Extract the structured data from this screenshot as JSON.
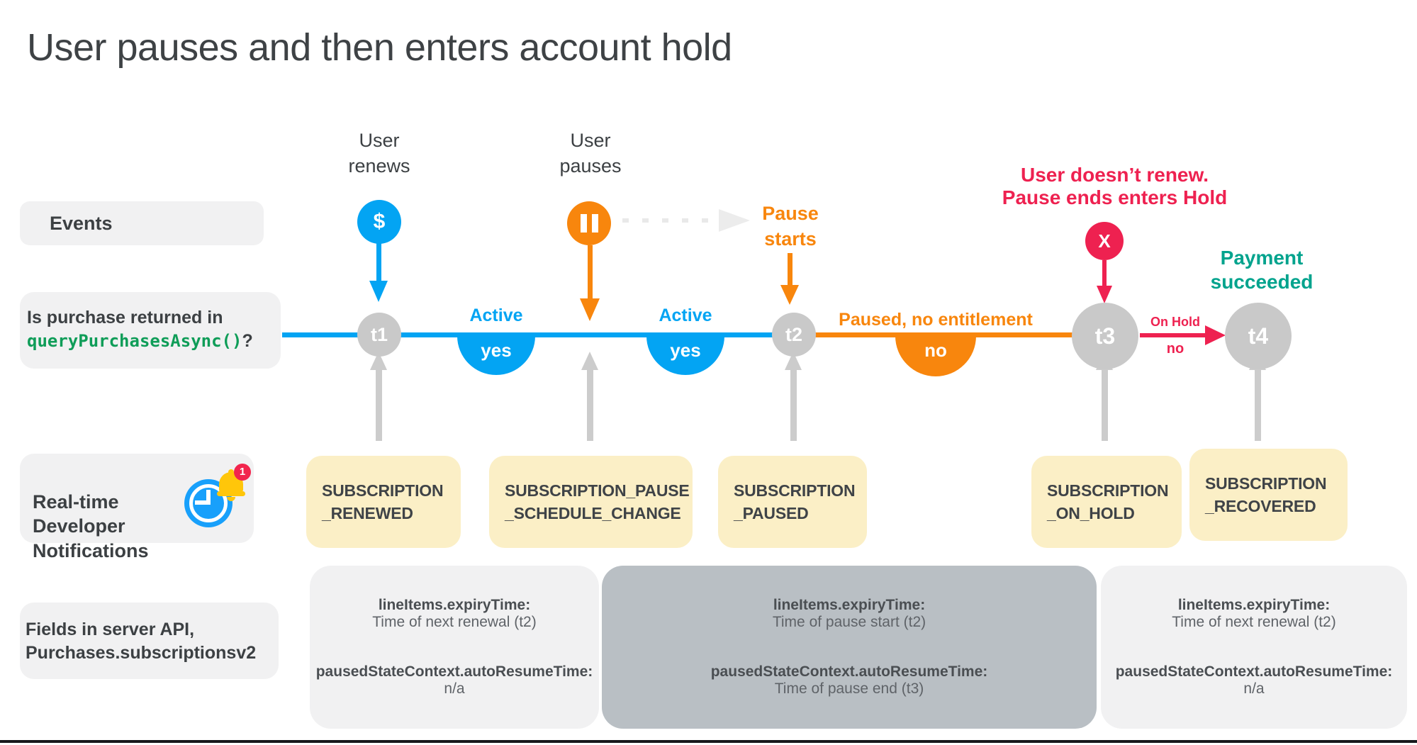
{
  "title": "User pauses and then enters account hold",
  "left_labels": {
    "events": "Events",
    "purchase_question": {
      "line1": "Is purchase returned in",
      "code": "queryPurchasesAsync()",
      "suffix": "?"
    },
    "rtdn": "Real-time\nDeveloper\nNotifications",
    "fields": "Fields in server API,\nPurchases.subscriptionsv2"
  },
  "events": {
    "user_renews": {
      "label": "User\nrenews",
      "icon": "$"
    },
    "user_pauses": {
      "label": "User\npauses"
    },
    "pause_starts": {
      "label": "Pause\nstarts"
    },
    "account_hold": {
      "label": "User doesn’t renew.\nPause ends enters Hold",
      "icon": "X"
    },
    "payment_succeeded": {
      "label": "Payment\nsucceeded"
    }
  },
  "timeline": {
    "nodes": [
      "t1",
      "t2",
      "t3",
      "t4"
    ],
    "badges": [
      {
        "status": "Active",
        "answer": "yes"
      },
      {
        "status": "Active",
        "answer": "yes"
      },
      {
        "status": "Paused, no entitlement",
        "answer": "no"
      },
      {
        "status": "On Hold",
        "answer": "no"
      }
    ]
  },
  "notifications": [
    "SUBSCRIPTION\n_RENEWED",
    "SUBSCRIPTION_PAUSE\n_SCHEDULE_CHANGE",
    "SUBSCRIPTION\n_PAUSED",
    "SUBSCRIPTION\n_ON_HOLD",
    "SUBSCRIPTION\n_RECOVERED"
  ],
  "api_boxes": [
    {
      "field1": "lineItems.expiryTime:",
      "value1": "Time of next renewal (t2)",
      "field2": "pausedStateContext.autoResumeTime:",
      "value2": "n/a"
    },
    {
      "field1": "lineItems.expiryTime:",
      "value1": "Time of pause start (t2)",
      "field2": "pausedStateContext.autoResumeTime:",
      "value2": "Time of pause end (t3)"
    },
    {
      "field1": "lineItems.expiryTime:",
      "value1": "Time of next renewal (t2)",
      "field2": "pausedStateContext.autoResumeTime:",
      "value2": "n/a"
    }
  ],
  "badge_count": "1",
  "colors": {
    "blue": "#03a4f3",
    "orange": "#f8860d",
    "red": "#ee2150",
    "teal": "#00a38d",
    "code_green": "#0f9d58",
    "node_gray": "#c9c9c9",
    "yellow_box": "#fbefc6",
    "light_box": "#f1f1f2",
    "dark_box": "#b9bfc4"
  }
}
